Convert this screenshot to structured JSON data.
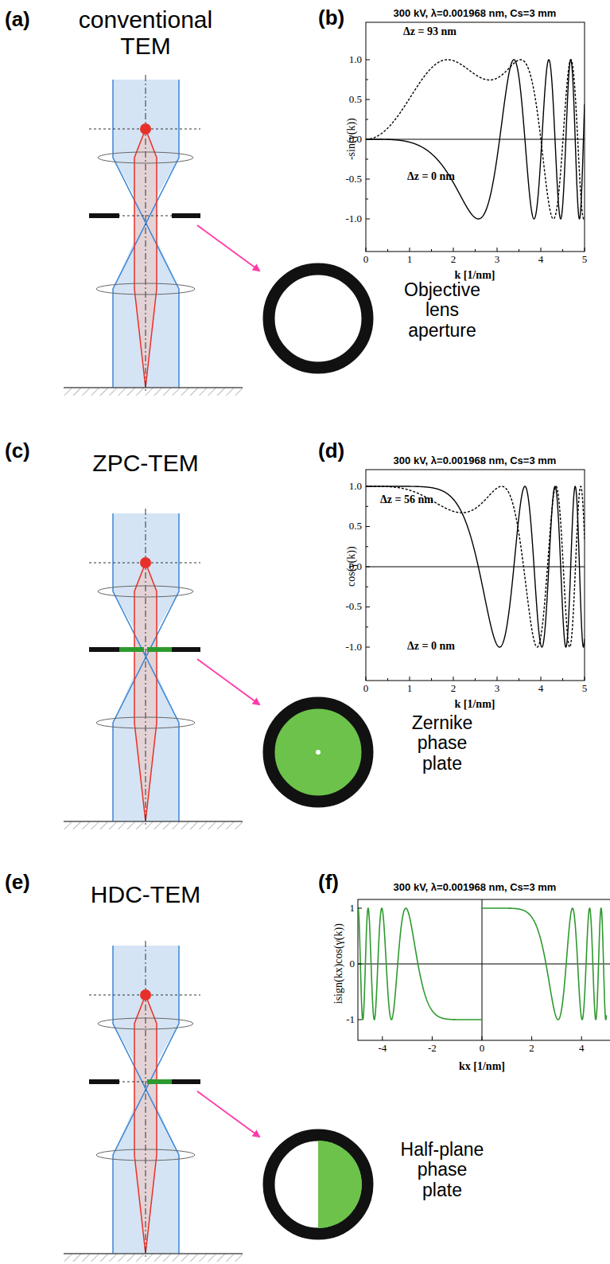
{
  "diagram": {
    "labels": [
      "(a)",
      "conventional TEM",
      "Objective lens aperture",
      "(b)",
      "300 kV,  λ=0.001968 nm, Cs=3 mm",
      "Δz = 93 nm",
      "Δz = 0 nm",
      "-sin(γ(k))",
      "k [1/nm]",
      "0",
      "1",
      "2",
      "3",
      "4",
      "5",
      "1.0",
      "0.5",
      "0.0",
      "-0.5",
      "-1.0",
      "(c)",
      "ZPC-TEM",
      "Zernike phase plate",
      "(d)",
      "300 kV,  λ=0.001968 nm, Cs=3 mm",
      "Δz = 56 nm",
      "Δz = 0 nm",
      "cos(γ(k))",
      "k [1/nm]",
      "0",
      "1",
      "2",
      "3",
      "4",
      "5",
      "1.0",
      "0.5",
      "0.0",
      "-0.5",
      "-1.0",
      "(e)",
      "HDC-TEM",
      "Half-plane phase plate",
      "(f)",
      "300 kV,  λ=0.001968 nm, Cs=3 mm",
      "isign(kx)cos(γ(k))",
      "kx [1/nm]",
      "-4",
      "-2",
      "0",
      "2",
      "4",
      "1",
      "0",
      "-1"
    ]
  }
}
